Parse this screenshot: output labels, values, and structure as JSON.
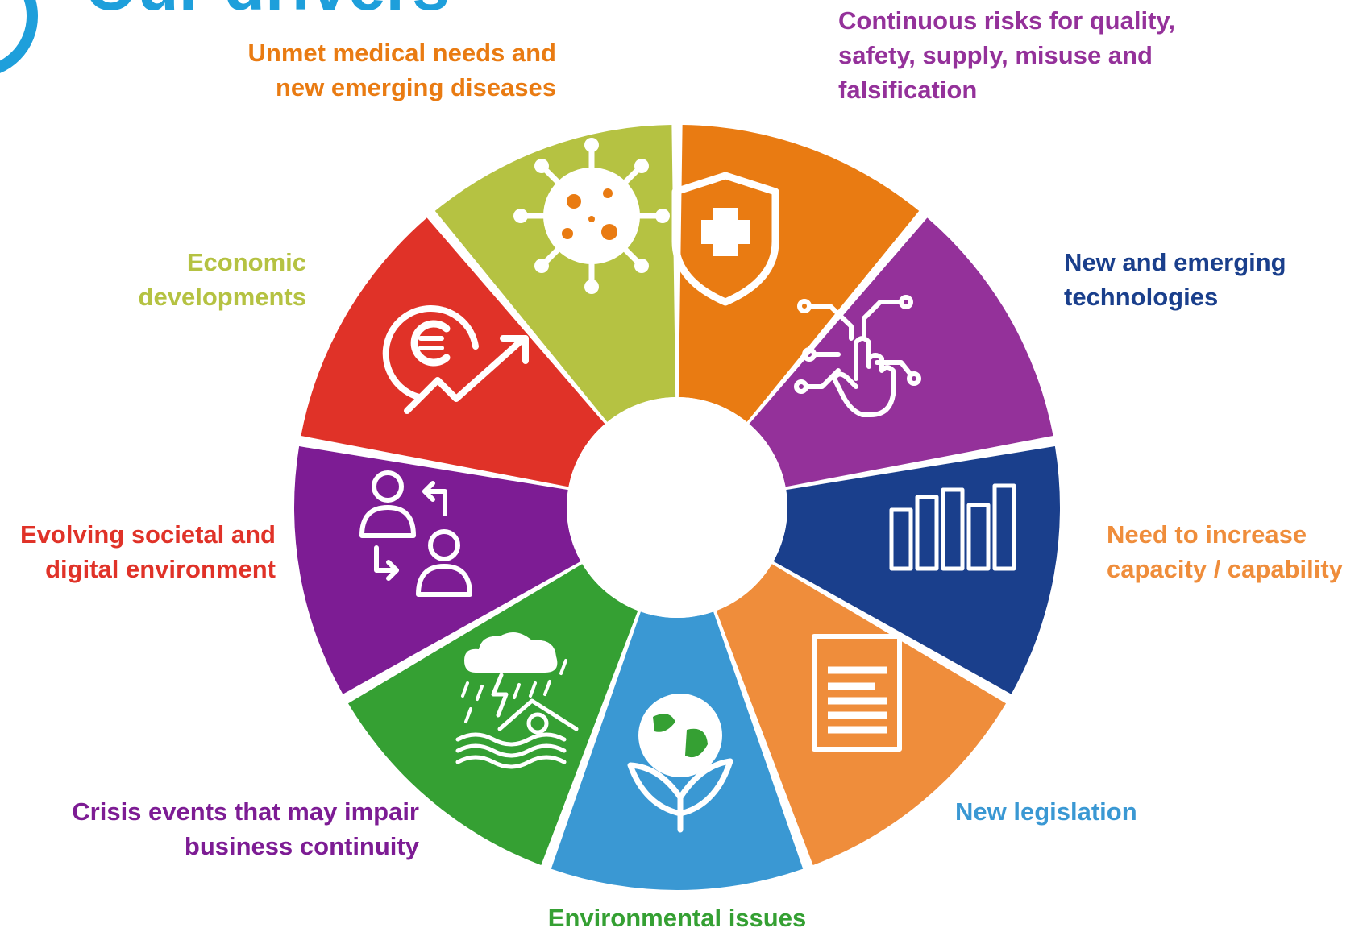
{
  "header": {
    "title": "Our drivers",
    "accent_color": "#1e9fdb"
  },
  "drivers": [
    {
      "id": "medical-needs",
      "label": "Unmet medical needs and\nnew emerging diseases",
      "color": "#e97b12",
      "icon": "virus-icon"
    },
    {
      "id": "quality-risks",
      "label": "Continuous risks for quality,\nsafety, supply, misuse and\nfalsification",
      "color": "#94319a",
      "icon": "shield-cross-icon"
    },
    {
      "id": "technologies",
      "label": "New and emerging\ntechnologies",
      "color": "#1a3f8c",
      "icon": "touch-circuit-icon"
    },
    {
      "id": "capacity",
      "label": "Need to increase\ncapacity / capability",
      "color": "#ef8d3b",
      "icon": "bar-chart-icon"
    },
    {
      "id": "legislation",
      "label": "New legislation",
      "color": "#3a98d3",
      "icon": "document-icon"
    },
    {
      "id": "environment",
      "label": "Environmental issues",
      "color": "#35a033",
      "icon": "globe-leaves-icon"
    },
    {
      "id": "crisis",
      "label": "Crisis events that may impair\nbusiness continuity",
      "color": "#7d1c94",
      "icon": "storm-flood-icon"
    },
    {
      "id": "societal",
      "label": "Evolving societal and\ndigital environment",
      "color": "#e03228",
      "icon": "people-exchange-icon"
    },
    {
      "id": "economic",
      "label": "Economic\ndevelopments",
      "color": "#b5c242",
      "icon": "euro-growth-icon"
    }
  ]
}
